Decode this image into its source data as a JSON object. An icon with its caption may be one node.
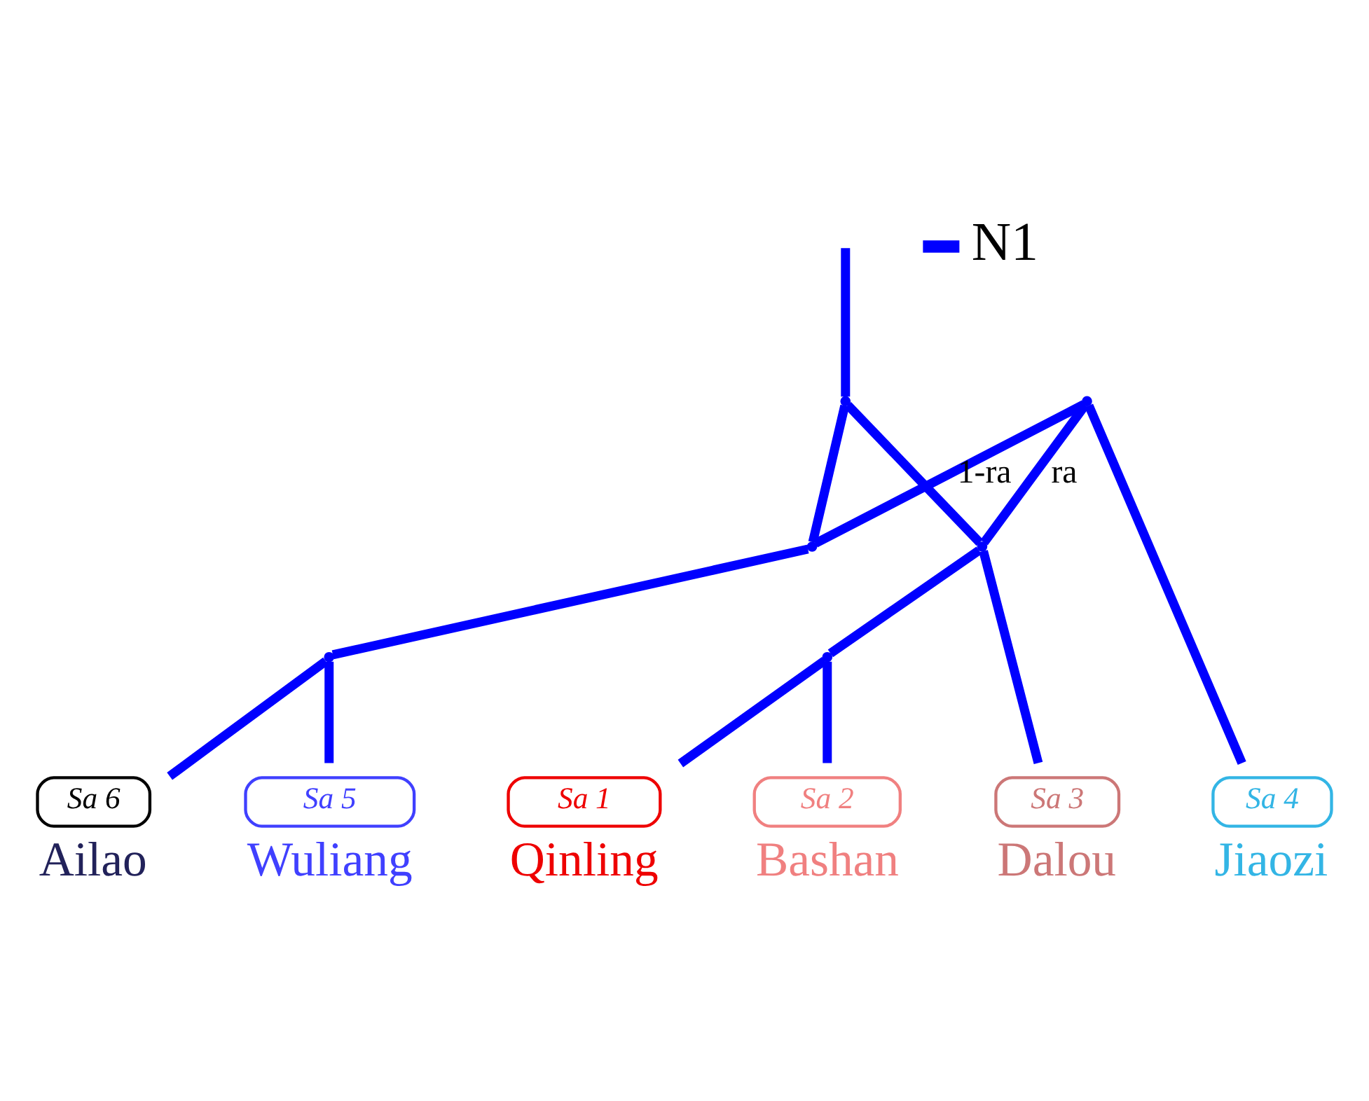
{
  "diagram": {
    "nodes": [
      {
        "text": [],
        "shape": "point"
      },
      {
        "text": [],
        "shape": "point"
      },
      {
        "text": [],
        "shape": "point"
      },
      {
        "text": [],
        "shape": "point"
      },
      {
        "text": [],
        "shape": "point"
      },
      {
        "text": [],
        "shape": "point"
      },
      {
        "text": [
          "Sa 6"
        ],
        "beside": [
          "Ailao"
        ]
      },
      {
        "text": [
          "Sa 5"
        ],
        "beside": [
          "Wuliang"
        ]
      },
      {
        "text": [
          "Sa 4"
        ],
        "beside": [
          "Jiaozi"
        ]
      },
      {
        "text": [
          "Sa 3"
        ],
        "beside": [
          "Dalou"
        ]
      },
      {
        "text": [
          "Sa 1"
        ],
        "beside": [
          "Qinling"
        ]
      },
      {
        "text": [
          "Sa 2"
        ],
        "beside": [
          "Bashan"
        ]
      }
    ],
    "edges": [
      {
        "from": null,
        "to": 0,
        "arrow": "none"
      },
      {
        "from": 0,
        "to": 1,
        "arrow": "none"
      },
      {
        "from": 0,
        "to": 3,
        "arrow": "none"
      },
      {
        "from": 1,
        "to": 2,
        "arrow": "none",
        "label": "1-ra"
      },
      {
        "from": 2,
        "to": 3,
        "arrow": "none",
        "label": "ra"
      },
      {
        "from": 2,
        "to": 8,
        "arrow": "none"
      },
      {
        "from": 1,
        "to": 4,
        "arrow": "none"
      },
      {
        "from": 4,
        "to": 6,
        "arrow": "none"
      },
      {
        "from": 4,
        "to": 7,
        "arrow": "none"
      },
      {
        "from": 3,
        "to": 9,
        "arrow": "none"
      },
      {
        "from": 3,
        "to": 5,
        "arrow": "none"
      },
      {
        "from": 5,
        "to": 10,
        "arrow": "none"
      },
      {
        "from": 5,
        "to": 11,
        "arrow": "none"
      }
    ],
    "legend": [
      {
        "text": "N1"
      }
    ]
  }
}
